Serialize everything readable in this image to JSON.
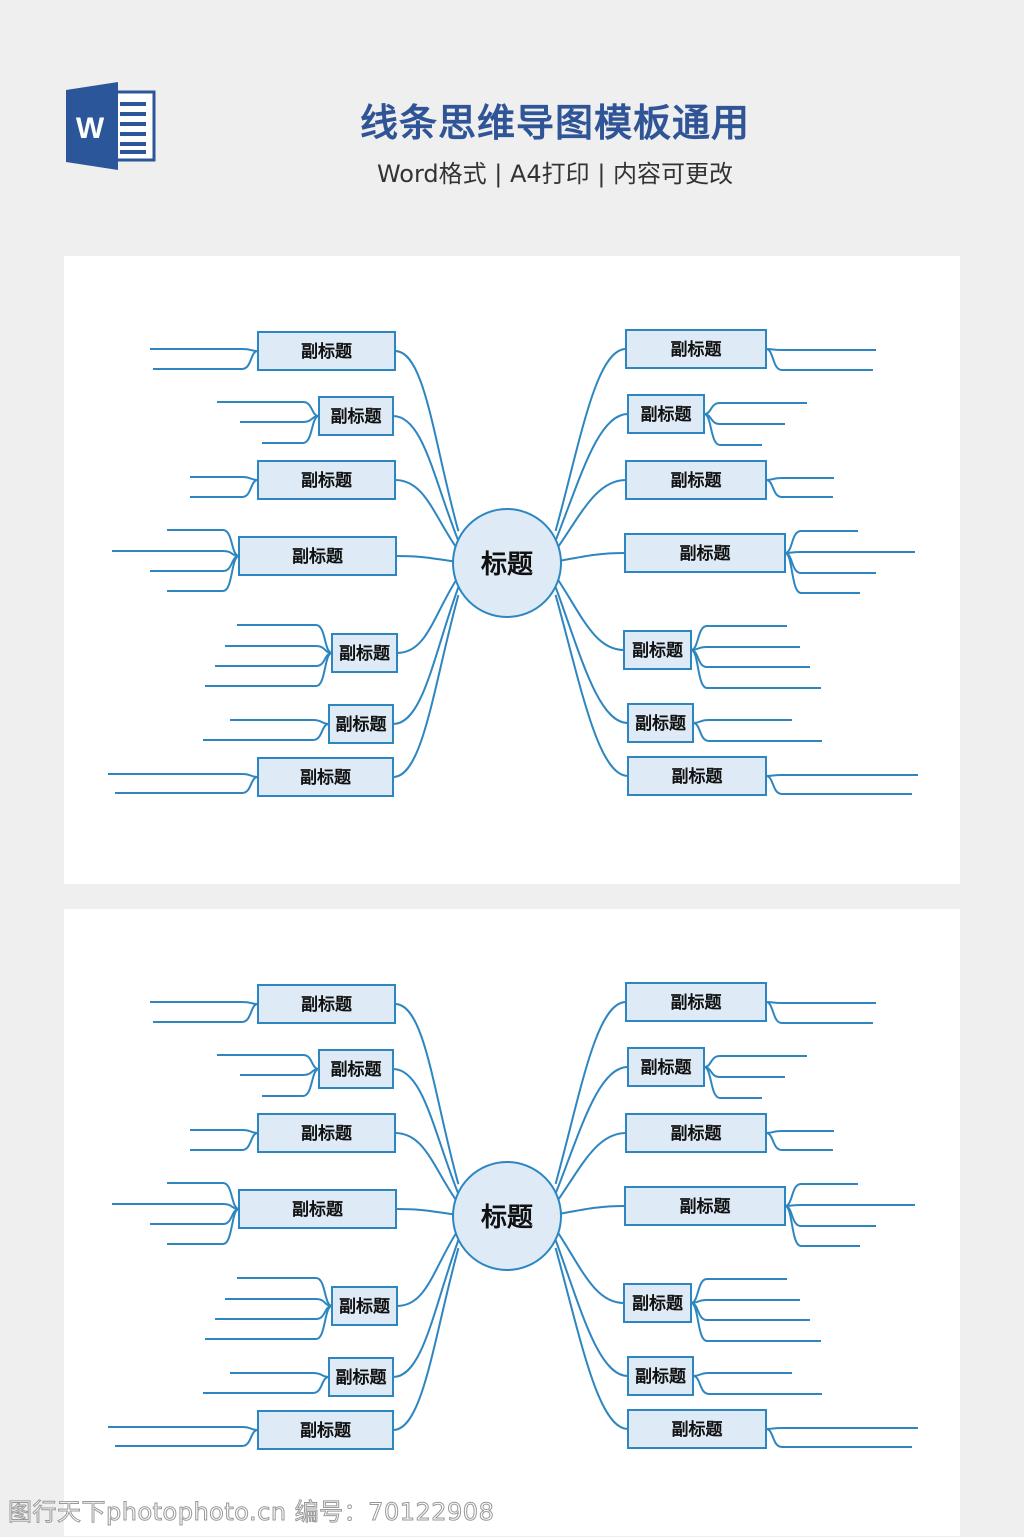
{
  "header": {
    "title": "线条思维导图模板通用",
    "subtitle": "Word格式 | A4打印 | 内容可更改",
    "logo_letter": "W"
  },
  "mindmap": {
    "center": "标题",
    "node_label": "副标题",
    "colors": {
      "line": "#2e86c1",
      "fill": "#deebf7",
      "border": "#2e86c1"
    }
  },
  "panels": [
    {
      "center": "标题"
    },
    {
      "center": "标题"
    }
  ],
  "watermark": "图行天下photophoto.cn 编号：70122908"
}
